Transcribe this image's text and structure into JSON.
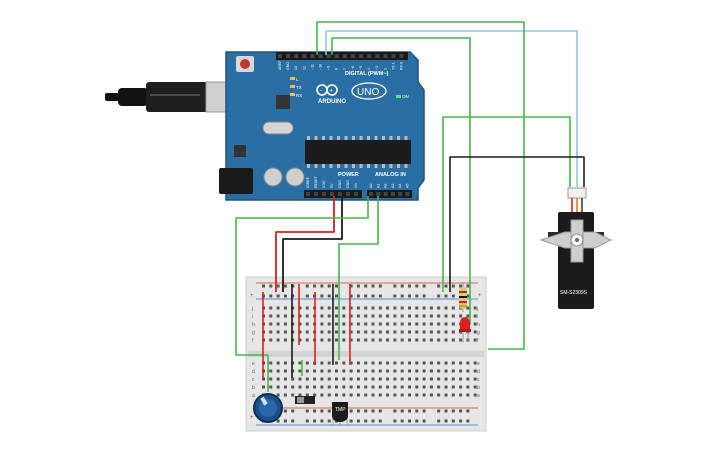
{
  "arduino": {
    "brand": "ARDUINO",
    "model": "UNO",
    "digital_label": "DIGITAL (PWM~)",
    "power_label": "POWER",
    "analog_label": "ANALOG IN",
    "on_label": "ON",
    "tx_label": "TX",
    "rx_label": "RX",
    "l_label": "L",
    "top_pin_labels": [
      "AREF",
      "GND",
      "13",
      "12",
      "~11",
      "~10",
      "~9",
      "8",
      "7",
      "~6",
      "~5",
      "4",
      "~3",
      "2",
      "TX 1",
      "RX 0"
    ],
    "power_pin_labels": [
      "IOREF",
      "RESET",
      "3.3V",
      "5V",
      "GND",
      "GND",
      "Vin"
    ],
    "analog_pin_labels": [
      "A0",
      "A1",
      "A2",
      "A3",
      "A4",
      "A5"
    ]
  },
  "servo": {
    "model": "SM-S2309S"
  },
  "sensor": {
    "label": "TMP"
  },
  "breadboard": {
    "row_labels_top": [
      "j",
      "i",
      "h",
      "g",
      "f"
    ],
    "row_labels_bottom": [
      "e",
      "d",
      "c",
      "b",
      "a"
    ]
  },
  "colors": {
    "board_blue": "#2a6fa3",
    "breadboard": "#e6e6e6",
    "wire_green": "#44b84a",
    "wire_red": "#d9201a",
    "wire_black": "#1b1b1b",
    "wire_cyan": "#86cce0",
    "led_red": "#e02020",
    "pot_blue": "#1d4f8a"
  }
}
